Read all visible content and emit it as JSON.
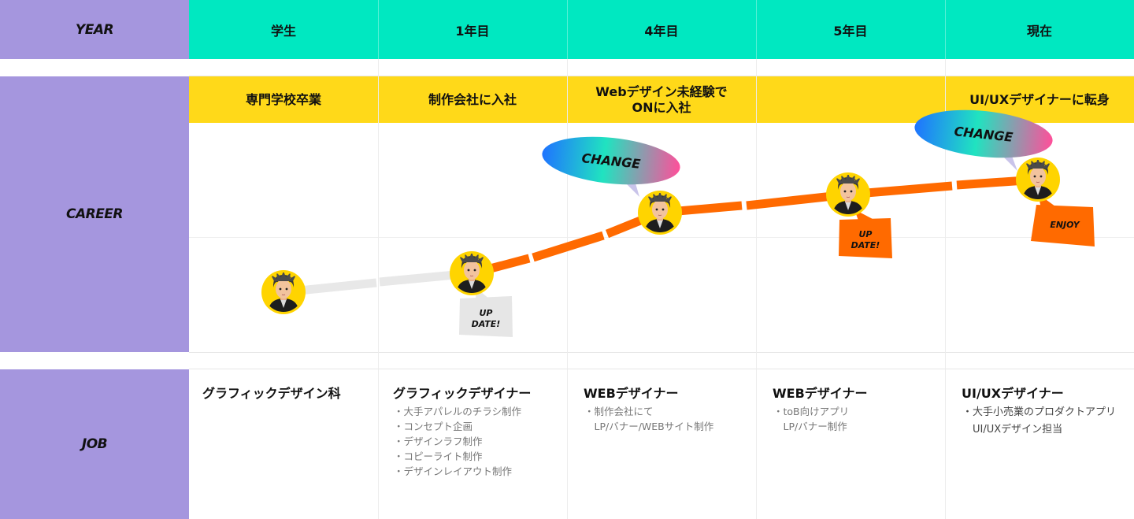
{
  "sidebar": {
    "year_label": "YEAR",
    "career_label": "CAREER",
    "job_label": "JOB"
  },
  "years": [
    "学生",
    "1年目",
    "4年目",
    "5年目",
    "現在"
  ],
  "career": [
    "専門学校卒業",
    "制作会社に入社",
    "Webデザイン未経験で ONに入社",
    "",
    "UI/UXデザイナーに転身"
  ],
  "jobs": [
    {
      "title": "グラフィックデザイン科",
      "items": []
    },
    {
      "title": "グラフィックデザイナー",
      "items": [
        "・大手アパレルのチラシ制作",
        "・コンセプト企画",
        "・デザインラフ制作",
        "・コピーライト制作",
        "・デザインレイアウト制作"
      ]
    },
    {
      "title": "WEBデザイナー",
      "items": [
        "・制作会社にて",
        "　LP/バナー/WEBサイト制作"
      ]
    },
    {
      "title": "WEBデザイナー",
      "items": [
        "・toB向けアプリ",
        "　LP/バナー制作"
      ]
    },
    {
      "title": "UI/UXデザイナー",
      "items": [
        "・大手小売業のプロダクトアプリ",
        "　UI/UXデザイン担当"
      ]
    }
  ],
  "callouts": {
    "change_1": "CHANGE",
    "change_2": "CHANGE",
    "update_1_line1": "UP",
    "update_1_line2": "DATE!",
    "update_2_line1": "UP",
    "update_2_line2": "DATE!",
    "enjoy": "ENJOY"
  },
  "colors": {
    "sidebar": "#a596de",
    "year_band": "#00e8c1",
    "career_band": "#ffd919",
    "line_active": "#ff6a00",
    "line_inactive": "#e6e6e6",
    "avatar_ring": "#ffd400",
    "gradient_start": "#1f74ff",
    "gradient_mid": "#20e3c0",
    "gradient_end": "#ff4f9a"
  }
}
